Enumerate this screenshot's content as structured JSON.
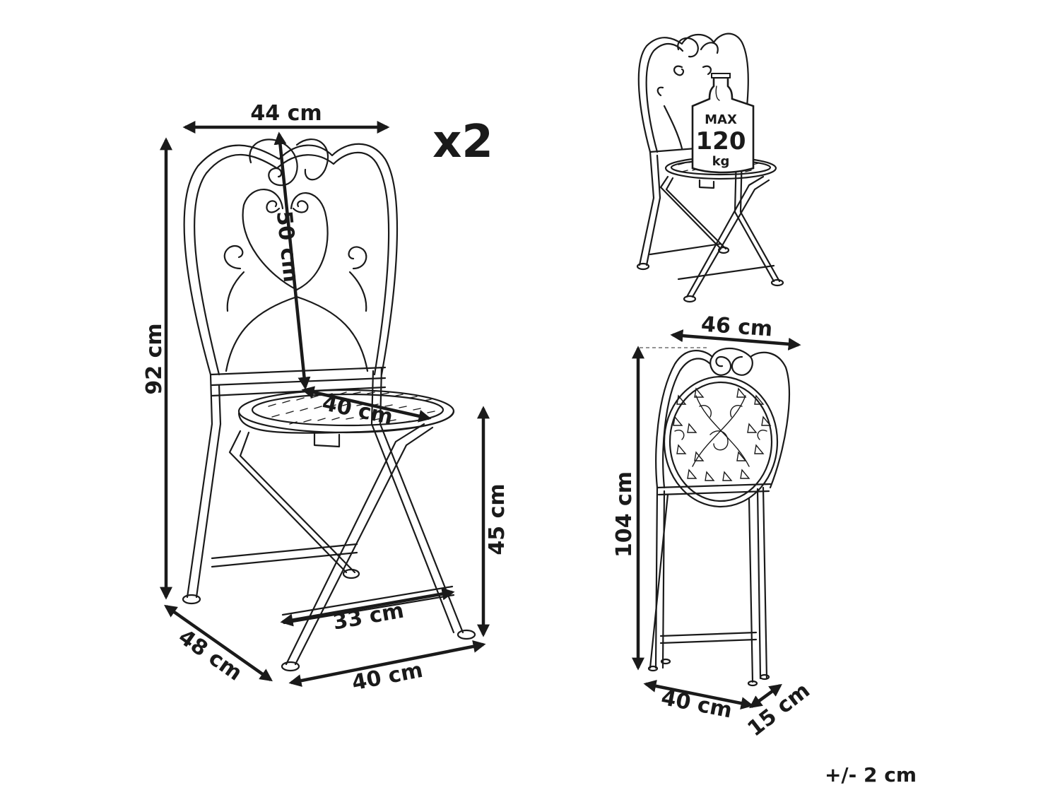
{
  "multiplier": "x2",
  "tolerance": "+/- 2 cm",
  "weight_badge": {
    "max": "MAX",
    "value": "120",
    "unit": "kg"
  },
  "dimensions": {
    "back_width": "44 cm",
    "backrest_height": "50 cm",
    "total_height": "92 cm",
    "seat_diameter": "40 cm",
    "seat_height": "45 cm",
    "leg_span": "33 cm",
    "depth": "48 cm",
    "width": "40 cm",
    "folded_width": "46 cm",
    "folded_height": "104 cm",
    "folded_depth_width": "40 cm",
    "folded_thickness": "15 cm"
  },
  "colors": {
    "ink": "#1a1a1a",
    "background": "#ffffff"
  }
}
